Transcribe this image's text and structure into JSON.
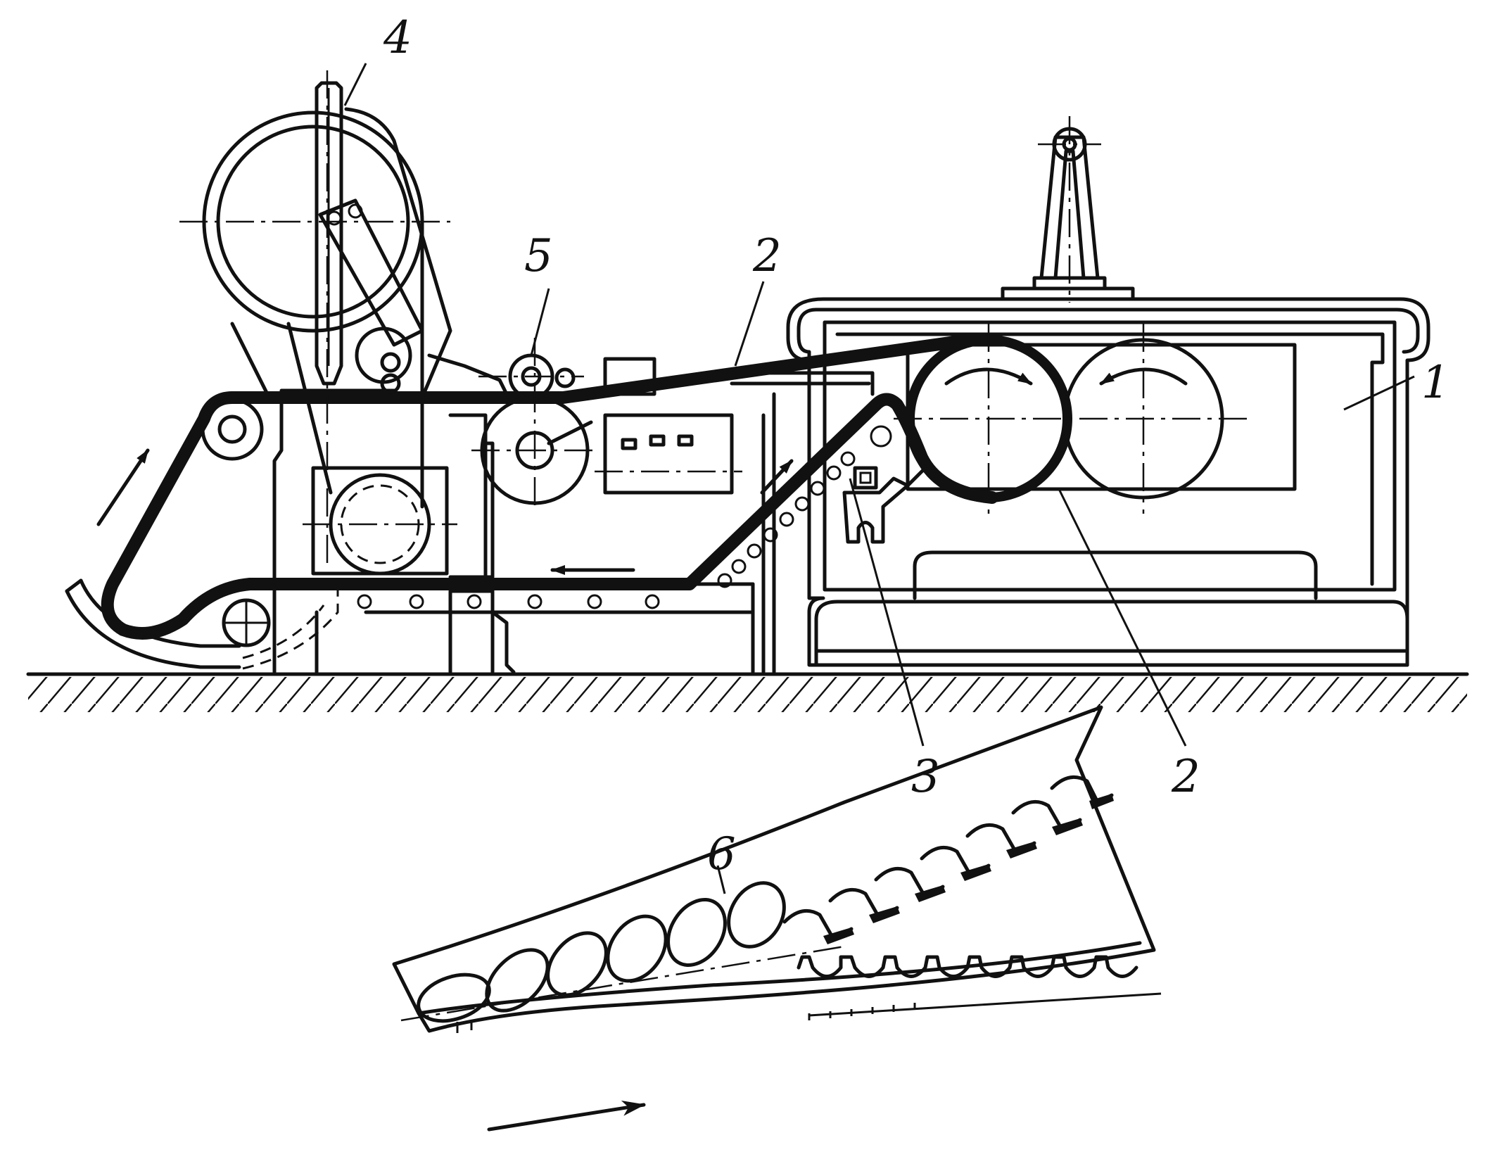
{
  "labels": {
    "l1": "1",
    "l2a": "2",
    "l2b": "2",
    "l3": "3",
    "l4": "4",
    "l5": "5",
    "l6": "6"
  }
}
